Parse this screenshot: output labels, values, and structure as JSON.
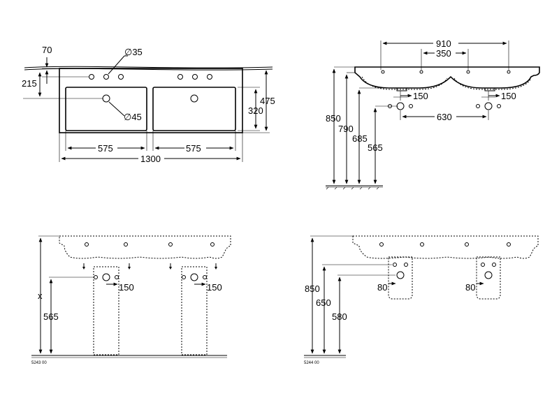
{
  "top_view": {
    "dim_overflow": "70",
    "dim_tap_hole": "∅35",
    "dim_depth_tap": "215",
    "dim_waste": "∅45",
    "dim_bowl_depth": "320",
    "dim_total_depth": "475",
    "dim_bowl_left": "575",
    "dim_bowl_right": "575",
    "dim_total_width": "1300"
  },
  "front_view": {
    "dim_outer": "910",
    "dim_inner": "350",
    "dim_h850": "850",
    "dim_h790": "790",
    "dim_h685": "685",
    "dim_h565": "565",
    "dim_waste_left": "150",
    "dim_waste_right": "150",
    "dim_waste_spacing": "630"
  },
  "install_a": {
    "dim_x": "x",
    "dim_h565": "565",
    "dim_waste_left": "150",
    "dim_waste_right": "150",
    "code": "5243 00"
  },
  "install_b": {
    "dim_h850": "850",
    "dim_h650": "650",
    "dim_h580": "580",
    "dim_left_80": "80",
    "dim_right_80": "80",
    "code": "5244 00"
  }
}
